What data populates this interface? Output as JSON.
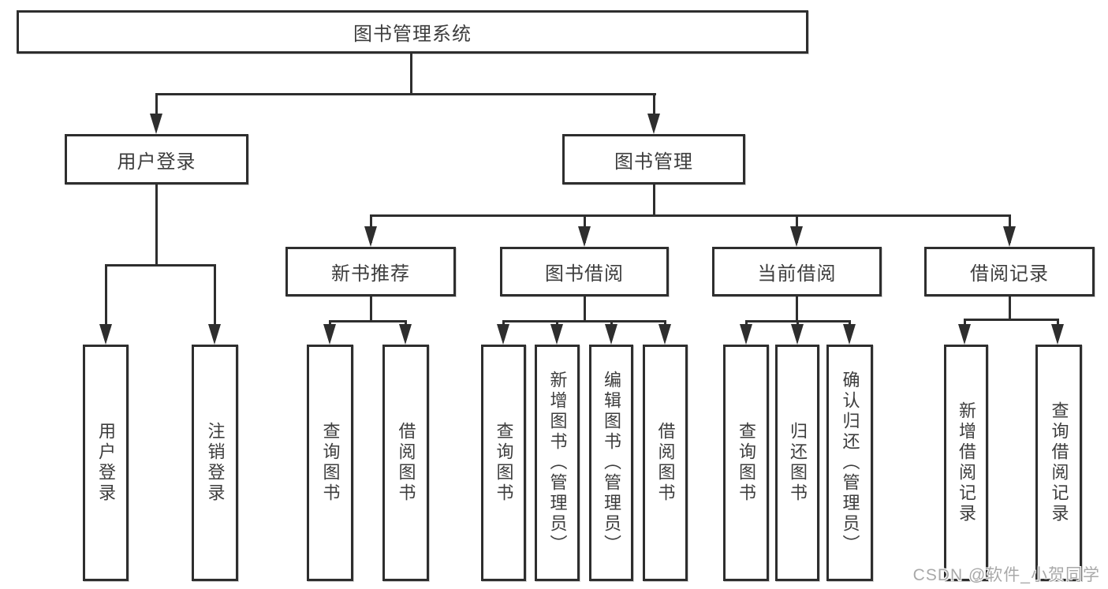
{
  "tree": {
    "label": "图书管理系统",
    "children": [
      {
        "label": "用户登录",
        "children": [
          {
            "label": "用户登录"
          },
          {
            "label": "注销登录"
          }
        ]
      },
      {
        "label": "图书管理",
        "children": [
          {
            "label": "新书推荐",
            "children": [
              {
                "label": "查询图书"
              },
              {
                "label": "借阅图书"
              }
            ]
          },
          {
            "label": "图书借阅",
            "children": [
              {
                "label": "查询图书"
              },
              {
                "label": "新增图书（管理员）"
              },
              {
                "label": "编辑图书（管理员）"
              },
              {
                "label": "借阅图书"
              }
            ]
          },
          {
            "label": "当前借阅",
            "children": [
              {
                "label": "查询图书"
              },
              {
                "label": "归还图书"
              },
              {
                "label": "确认归还（管理员）"
              }
            ]
          },
          {
            "label": "借阅记录",
            "children": [
              {
                "label": "新增借阅记录"
              },
              {
                "label": "查询借阅记录"
              }
            ]
          }
        ]
      }
    ]
  },
  "watermark": {
    "text": "CSDN @软件_小贺同学"
  },
  "colors": {
    "line": "#2e2e2e",
    "text": "#3d3d3d",
    "watermark": "#a9a9a9",
    "background": "#ffffff"
  }
}
